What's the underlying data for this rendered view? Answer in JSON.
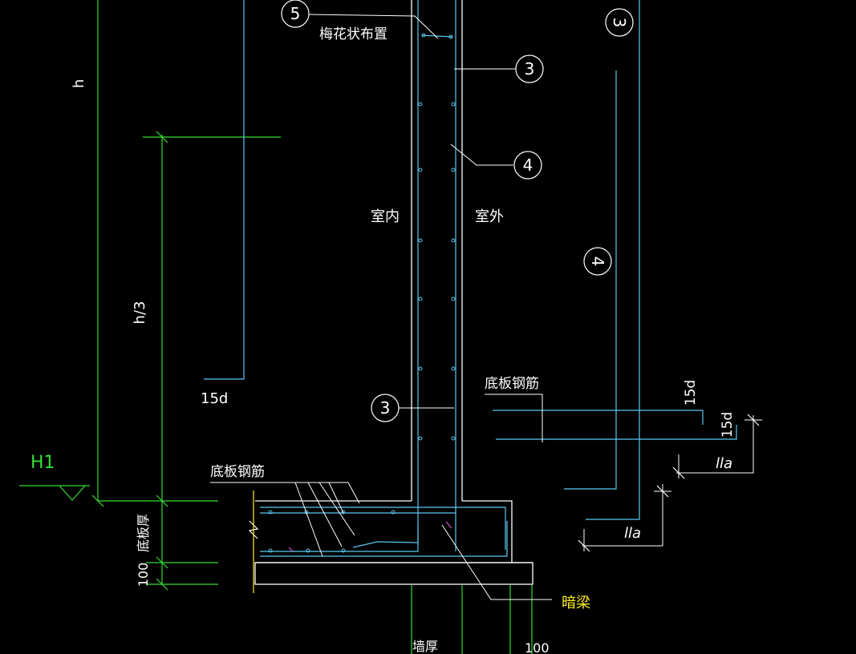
{
  "colors": {
    "background": "#000000",
    "rebar": "#5BC8F0",
    "dimension": "#33DD33",
    "outline": "#FFFFFF",
    "text": "#FFFFFF",
    "highlight": "#FFEE22",
    "magenta": "#D455D4"
  },
  "labels": {
    "h": "h",
    "h_third": "h/3",
    "fifteen_d": "15d",
    "h1": "H1",
    "slab_thickness": "底板厚",
    "hundred": "100",
    "wall_thickness": "墙厚",
    "hundred_bottom": "100",
    "indoor": "室内",
    "outdoor": "室外",
    "plum_blossom": "梅花状布置",
    "slab_rebar_left": "底板钢筋",
    "slab_rebar_right": "底板钢筋",
    "fifteen_d_top": "15d",
    "fifteen_d_bottom": "15d",
    "lla_upper": "lla",
    "lla_lower": "lla",
    "dark_beam": "暗梁"
  },
  "callouts": [
    {
      "id": "5",
      "text": "5"
    },
    {
      "id": "3-top",
      "text": "3"
    },
    {
      "id": "4-mid",
      "text": "4"
    },
    {
      "id": "3-mid",
      "text": "3"
    },
    {
      "id": "3-right",
      "text": "3"
    },
    {
      "id": "4-right",
      "text": "4"
    }
  ]
}
